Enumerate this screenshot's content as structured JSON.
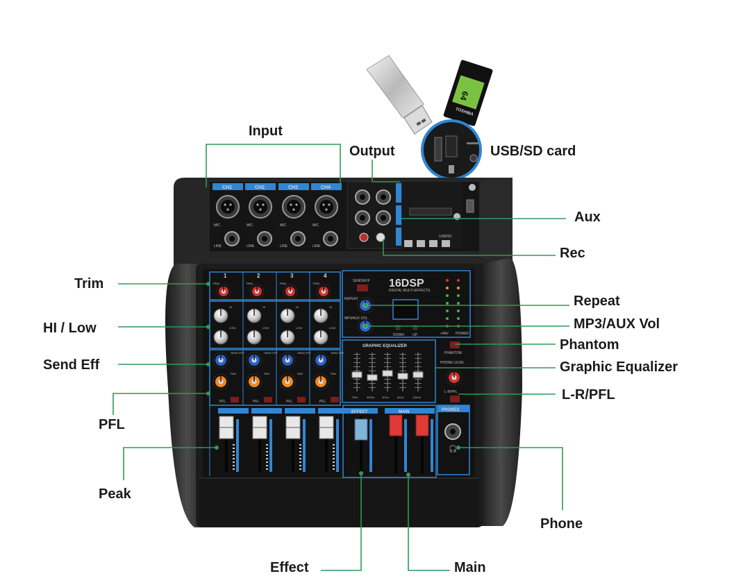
{
  "labels": {
    "input": "Input",
    "output": "Output",
    "usb_sd_card": "USB/SD card",
    "aux": "Aux",
    "rec": "Rec",
    "trim": "Trim",
    "repeat": "Repeat",
    "hi_low": "HI / Low",
    "mp3_aux_vol": "MP3/AUX Vol",
    "phantom": "Phantom",
    "send_eff": "Send Eff",
    "graphic_equalizer": "Graphic Equalizer",
    "l_r_pfl": "L-R/PFL",
    "pfl": "PFL",
    "peak": "Peak",
    "phone": "Phone",
    "effect": "Effect",
    "main": "Main"
  },
  "panel": {
    "channels": [
      "CH1",
      "CH2",
      "CH3",
      "CH4"
    ],
    "strip_numbers": [
      "1",
      "2",
      "3",
      "4"
    ],
    "brand": "16DSP",
    "brand_sub": "DIGITAL MULTI-EFFECTS",
    "graphic_eq_title": "GRAPHIC EQUALIZER",
    "eq_freqs": [
      "70Hz",
      "300Hz",
      "1KHz",
      "5KHz",
      "12KHz"
    ],
    "mic": "MIC",
    "line": "LINE",
    "trim": "TRIM",
    "hi": "HI",
    "low": "LOW",
    "send_eff": "SEND EFF",
    "pan": "PAN",
    "pfl": "PFL",
    "send_eff_button": "SEND/EFF",
    "repeat": "REPEAT",
    "mp3_aux_vol": "MP3/AUX VOL",
    "down": "DOWN",
    "up": "UP",
    "phantom": "PHANTOM",
    "phone_level": "PHONE LEVEL",
    "l_r_pfl": "L-R/PFL",
    "phones": "PHONES",
    "effect": "EFFECT",
    "main": "MAIN",
    "power": "POWER",
    "p48v": "+48V",
    "usb_sd": "USB/SD",
    "sd_card_text": "64",
    "sd_card_brand": "TOSHIBA"
  },
  "colors": {
    "leader": "#2e9a56",
    "panel_blue": "#2f86d6",
    "trim_knob": "#d9302c",
    "send_knob": "#2a62c9",
    "pan_knob": "#f08a1e",
    "main_fader": "#e03a34",
    "effect_fader": "#7fb6d6",
    "meter": "#2f86d6"
  }
}
